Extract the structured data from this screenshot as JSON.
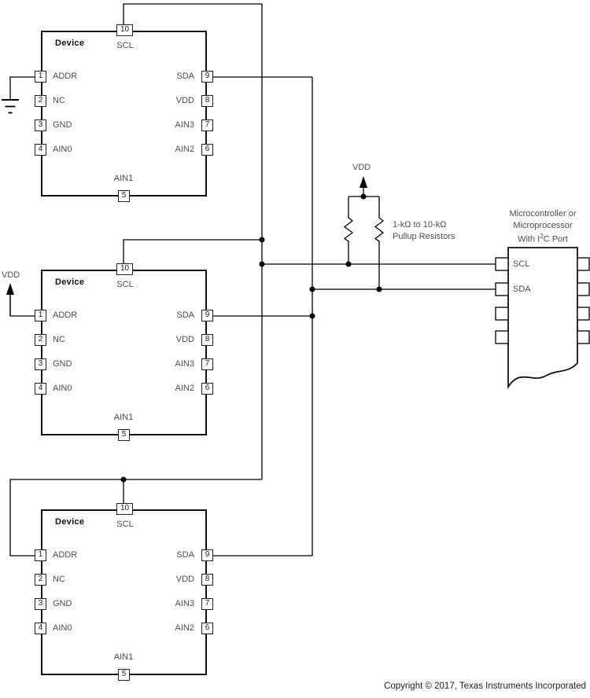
{
  "device": {
    "title": "Device",
    "top_pin": {
      "num": "10",
      "label": "SCL"
    },
    "bottom_pin": {
      "num": "5",
      "label": "AIN1"
    },
    "left_pins": [
      {
        "num": "1",
        "label": "ADDR"
      },
      {
        "num": "2",
        "label": "NC"
      },
      {
        "num": "3",
        "label": "GND"
      },
      {
        "num": "4",
        "label": "AIN0"
      }
    ],
    "right_pins": [
      {
        "num": "9",
        "label": "SDA"
      },
      {
        "num": "8",
        "label": "VDD"
      },
      {
        "num": "7",
        "label": "AIN3"
      },
      {
        "num": "6",
        "label": "AIN2"
      }
    ]
  },
  "power": {
    "vdd": "VDD"
  },
  "pullups": {
    "value_line": "1-kΩ to 10-kΩ",
    "label_line": "Pullup Resistors"
  },
  "mcu": {
    "title_line1": "Microcontroller or",
    "title_line2": "Microprocessor",
    "title_line3": {
      "pre": "With I",
      "sup": "2",
      "post": "C Port"
    },
    "pins": {
      "scl": "SCL",
      "sda": "SDA"
    }
  },
  "footer": {
    "copyright": "Copyright © 2017, Texas Instruments Incorporated"
  },
  "icons": {
    "ground": "ground-symbol",
    "vdd_arrow": "power-arrow-up",
    "resistor": "zigzag-resistor",
    "junction": "filled-dot"
  },
  "colors": {
    "wire": "#000000",
    "label_gray": "#4d4d4d",
    "text_dark": "#222222"
  }
}
